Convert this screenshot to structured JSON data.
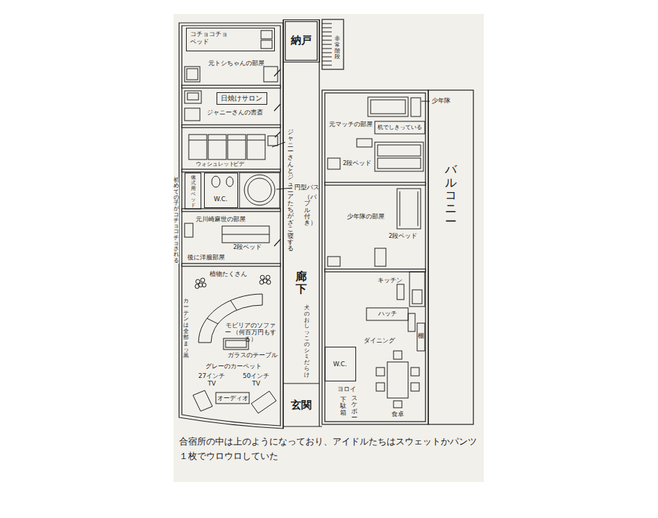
{
  "diagram": {
    "caption": "合宿所の中は上のようになっており、アイドルたちはスウェットかパンツ１枚でウロウロしていた",
    "nodes": [
      {
        "text": [
          "元トシちゃんの部屋"
        ]
      },
      {
        "text": [
          "コチョコチョ ベッド"
        ],
        "in": 0
      },
      {
        "text": [
          "納戸"
        ]
      },
      {
        "text": [
          "ジャニーさんの書斎"
        ]
      },
      {
        "text": [
          "日焼けサロン"
        ],
        "in": 3
      },
      {
        "text": [
          "W.C."
        ]
      },
      {
        "text": [
          "元川崎麻世の部屋",
          "後に洋服部屋"
        ]
      },
      {
        "text": [
          "廊下"
        ]
      },
      {
        "text": [
          "元マッチの部屋"
        ]
      },
      {
        "text": [
          "少年隊の部屋"
        ]
      },
      {
        "text": [
          "バルコニー"
        ]
      },
      {
        "text": [
          "W.C."
        ]
      },
      {
        "text": [
          "玄関"
        ]
      },
      {
        "text": [
          "儀式用ベッド"
        ]
      }
    ],
    "labels": [
      "非常階段",
      "少年隊",
      "机でしきっている",
      "ジャニーさんとジュニアたちがざこ寝する",
      "2段ベッド",
      "ウォシュレット",
      "ビデ",
      "円型バス",
      "（バブル付き）",
      "初めての子がコチョコチョされる",
      "2段ベッド",
      "2段ベッド",
      "植物たくさん",
      "キッチン",
      "モビリアのソファー （何百万円もする）",
      "ハッチ",
      "カーテンは全部まっ黒",
      "ガラスのテーブル",
      "犬のおしっこのシミだらけ",
      "ダイニング",
      "棚",
      "グレーのカーペット",
      "27インチ TV",
      "50インチ TV",
      "ヨロイ",
      "オーディオ",
      "下駄箱",
      "スケボー",
      "食卓"
    ]
  }
}
